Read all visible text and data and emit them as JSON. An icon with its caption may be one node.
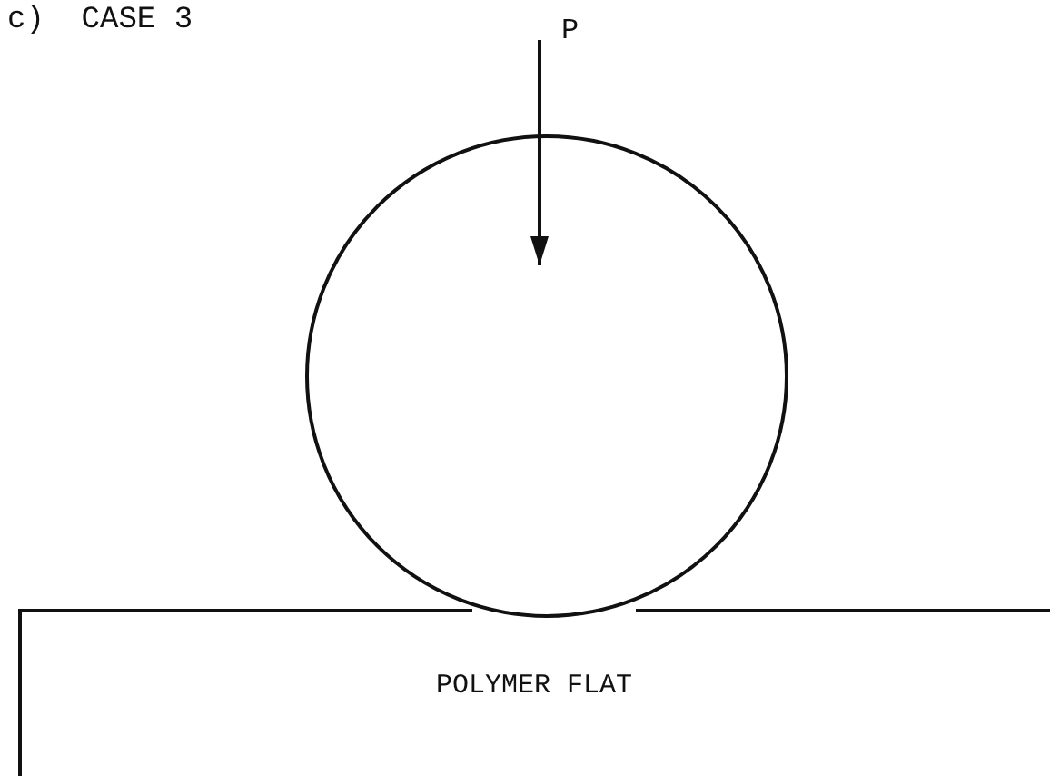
{
  "diagram": {
    "title": "c)  CASE 3",
    "nodes": [
      {
        "text": [],
        "shape": "circle"
      },
      {
        "text": [
          "POLYMER FLAT"
        ]
      }
    ],
    "labels": [
      "P"
    ]
  }
}
